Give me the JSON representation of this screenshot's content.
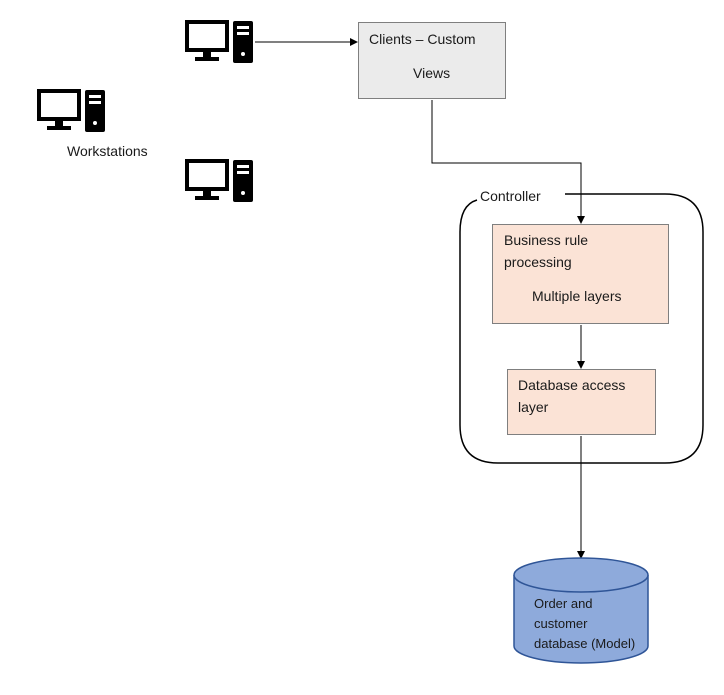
{
  "workstations_label": "Workstations",
  "clients": {
    "line1": "Clients – Custom",
    "line2": "Views"
  },
  "controller_label": "Controller",
  "business": {
    "line1": "Business rule",
    "line2": "processing",
    "line3": "Multiple layers"
  },
  "db_access": {
    "line1": "Database access",
    "line2": "layer"
  },
  "database": {
    "line1": "Order and",
    "line2": "customer",
    "line3": "database (Model)"
  },
  "icons": [
    "workstation-icon",
    "workstation-icon",
    "workstation-icon"
  ],
  "colors": {
    "clients_fill": "#ebebeb",
    "layer_fill": "#fbe3d6",
    "database_fill": "#8eaadb",
    "database_stroke": "#2f5597"
  }
}
